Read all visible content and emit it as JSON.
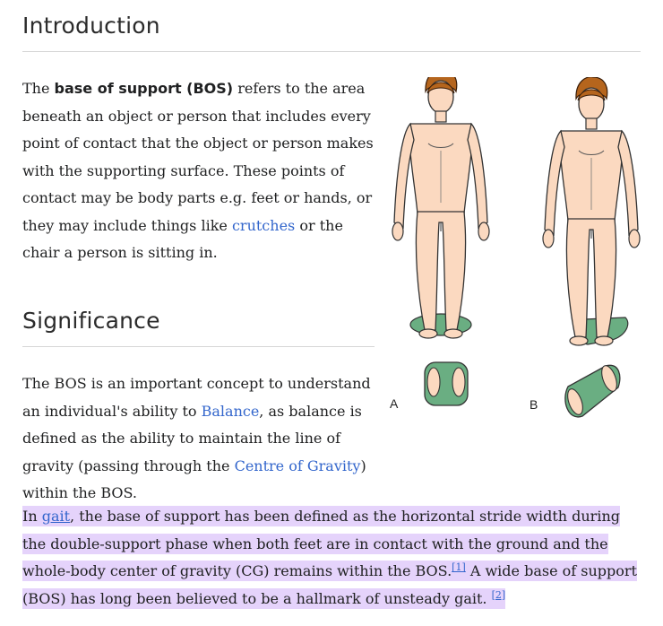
{
  "intro": {
    "heading": "Introduction",
    "p_before_bold": "The ",
    "p_bold": "base of support (BOS)",
    "p_after_bold": " refers to the area beneath an object or person that includes every point of contact that the object or person makes with the supporting surface. These points of contact may be body parts e.g. feet or hands, or they may include things like ",
    "p_link": "crutches",
    "p_end": " or the chair a person is sitting in."
  },
  "significance": {
    "heading": "Significance",
    "p_before_link": "The BOS is an important concept to understand an individual's ability to ",
    "p_link1": "Balance",
    "p_middle": ", as balance is defined as the ability to maintain the line of gravity (passing through the ",
    "p_link2": "Centre of Gravity",
    "p_end": ") within the BOS."
  },
  "gait": {
    "t1": "In ",
    "link": "gait",
    "t2": ", the base of support has been defined as the horizontal stride width during the double-support phase when both feet are in contact with the ground and the whole-body center of gravity (CG) remains within the BOS.",
    "ref1": "[1]",
    "t3": " A wide base of support (BOS) has long been believed to be a hallmark of unsteady gait. ",
    "ref2": "[2]"
  },
  "figure": {
    "label_a": "A",
    "label_b": "B"
  },
  "colors": {
    "link": "#3366cc",
    "highlight": "#e5d3fb",
    "skin": "#fbd9c0",
    "hair": "#b5651d",
    "support": "#6aae82"
  }
}
